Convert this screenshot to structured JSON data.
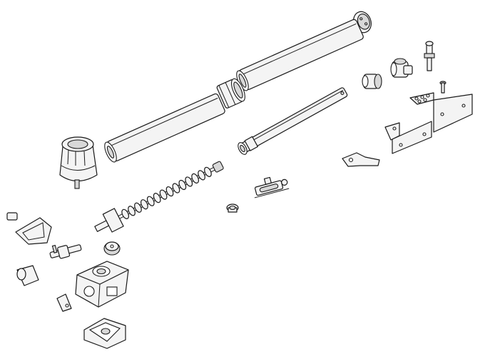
{
  "diagram": {
    "type": "exploded-view",
    "colors": {
      "line": "#1a1a1a",
      "fill": "#f4f4f4",
      "shade": "#d8d8d8",
      "background": "#ffffff"
    },
    "parts": [
      "end-cap",
      "outer-tube-front",
      "coupling-ring",
      "outer-tube-rear",
      "motor-cover",
      "lead-screw",
      "piston-rod",
      "rod-bracket",
      "bushing",
      "fitting-elbow",
      "fitting-straight",
      "grease-nipple",
      "bolt",
      "rear-bracket",
      "front-bracket",
      "small-plate",
      "wire-clamp",
      "shaft-assembly",
      "release-cylinder",
      "gear",
      "gearbox-housing",
      "clip",
      "bottom-cover"
    ]
  }
}
